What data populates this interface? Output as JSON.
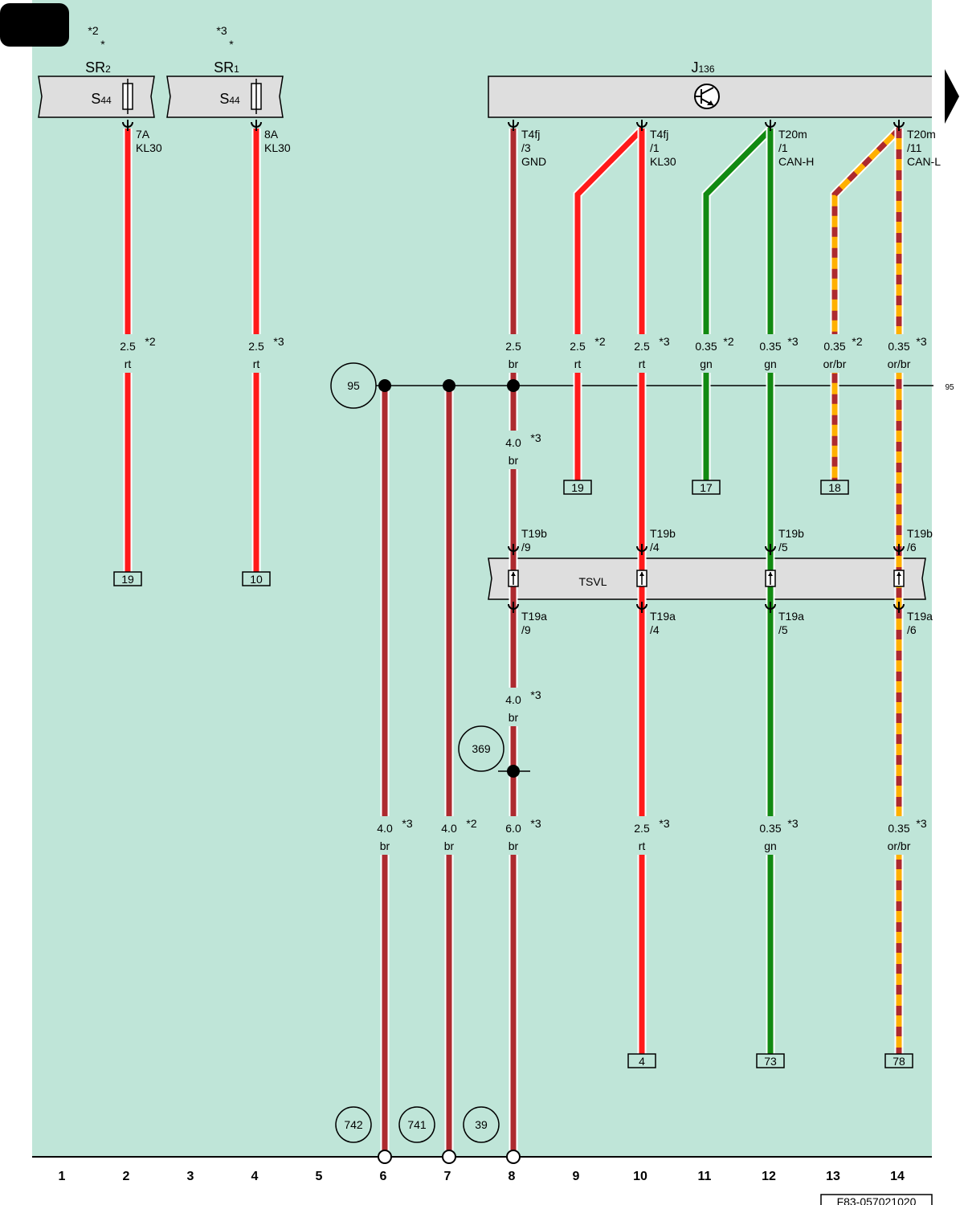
{
  "diagram": {
    "corner_tab": "",
    "doc_id": "F83-057021020",
    "potential_ref_right": "95",
    "footnotes": [
      {
        "id": "fn-sr2-top",
        "text": "*2"
      },
      {
        "id": "fn-sr2-star",
        "text": "*"
      },
      {
        "id": "fn-sr1-top",
        "text": "*3"
      },
      {
        "id": "fn-sr1-star",
        "text": "*"
      }
    ],
    "components": {
      "sr2": {
        "name": "SR2",
        "name_main": "SR",
        "name_sub": "2",
        "fuse_main": "S",
        "fuse_sub": "44",
        "pin": "7A",
        "terminal": "KL30"
      },
      "sr1": {
        "name": "SR1",
        "name_main": "SR",
        "name_sub": "1",
        "fuse_main": "S",
        "fuse_sub": "44",
        "pin": "8A",
        "terminal": "KL30"
      },
      "j136": {
        "name": "J136",
        "name_main": "J",
        "name_sub": "136",
        "icon": "transistor-icon"
      },
      "tsvl": {
        "name": "TSVL"
      }
    },
    "j136_pins": [
      {
        "conn": "T4fj",
        "pin": "/3",
        "signal": "GND"
      },
      {
        "conn": "T4fj",
        "pin": "/1",
        "signal": "KL30"
      },
      {
        "conn": "T20m",
        "pin": "/1",
        "signal": "CAN-H"
      },
      {
        "conn": "T20m",
        "pin": "/11",
        "signal": "CAN-L"
      }
    ],
    "tsvl_pins_top": [
      {
        "conn": "T19b",
        "pin": "/9"
      },
      {
        "conn": "T19b",
        "pin": "/4"
      },
      {
        "conn": "T19b",
        "pin": "/5"
      },
      {
        "conn": "T19b",
        "pin": "/6"
      }
    ],
    "tsvl_pins_bottom": [
      {
        "conn": "T19a",
        "pin": "/9"
      },
      {
        "conn": "T19a",
        "pin": "/4"
      },
      {
        "conn": "T19a",
        "pin": "/5"
      },
      {
        "conn": "T19a",
        "pin": "/6"
      }
    ],
    "wire_labels": [
      {
        "id": "c2",
        "size": "2.5",
        "color": "rt",
        "note": "*2"
      },
      {
        "id": "c4",
        "size": "2.5",
        "color": "rt",
        "note": "*3"
      },
      {
        "id": "c8-top",
        "size": "2.5",
        "color": "br",
        "note": ""
      },
      {
        "id": "c9",
        "size": "2.5",
        "color": "rt",
        "note": "*2"
      },
      {
        "id": "c10-top",
        "size": "2.5",
        "color": "rt",
        "note": "*3"
      },
      {
        "id": "c11",
        "size": "0.35",
        "color": "gn",
        "note": "*2"
      },
      {
        "id": "c12-top",
        "size": "0.35",
        "color": "gn",
        "note": "*3"
      },
      {
        "id": "c13",
        "size": "0.35",
        "color": "or/br",
        "note": "*2"
      },
      {
        "id": "c14-top",
        "size": "0.35",
        "color": "or/br",
        "note": "*3"
      },
      {
        "id": "c8-mid",
        "size": "4.0",
        "color": "br",
        "note": "*3"
      },
      {
        "id": "c8-low",
        "size": "4.0",
        "color": "br",
        "note": "*3"
      },
      {
        "id": "c6",
        "size": "4.0",
        "color": "br",
        "note": "*3"
      },
      {
        "id": "c7",
        "size": "4.0",
        "color": "br",
        "note": "*2"
      },
      {
        "id": "c8-bottom",
        "size": "6.0",
        "color": "br",
        "note": "*3"
      },
      {
        "id": "c10-bottom",
        "size": "2.5",
        "color": "rt",
        "note": "*3"
      },
      {
        "id": "c12-bottom",
        "size": "0.35",
        "color": "gn",
        "note": "*3"
      },
      {
        "id": "c14-bottom",
        "size": "0.35",
        "color": "or/br",
        "note": "*3"
      }
    ],
    "terminal_boxes": [
      "19",
      "10",
      "19",
      "17",
      "18",
      "4",
      "73",
      "78"
    ],
    "circled_refs": [
      "95",
      "369",
      "742",
      "741",
      "39"
    ],
    "column_numbers": [
      "1",
      "2",
      "3",
      "4",
      "5",
      "6",
      "7",
      "8",
      "9",
      "10",
      "11",
      "12",
      "13",
      "14"
    ],
    "colors": {
      "background": "#bfe5d8",
      "component_fill": "#dedede",
      "rt": "#ff1a1a",
      "br": "#ad2a2f",
      "gn": "#128a12",
      "or": "#ffb000"
    }
  }
}
